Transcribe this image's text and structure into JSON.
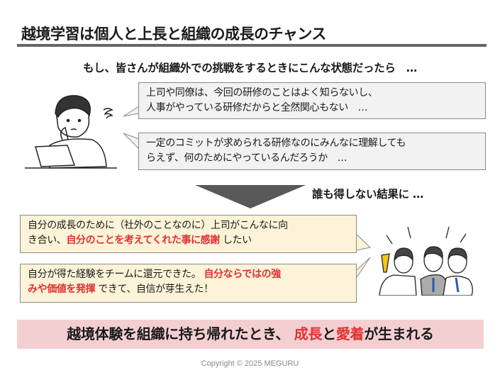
{
  "title": "越境学習は個人と上長と組織の成長のチャンス",
  "subtitle": "もし、皆さんが組織外での挑戦をするときにこんな状態だったら　…",
  "bubbles_negative": [
    {
      "line1": "上司や同僚は、今回の研修のことはよく知らないし、",
      "line2": "人事がやっている研修だからと全然関心もない　…"
    },
    {
      "line1": "一定のコミットが求められる研修なのにみんなに理解しても",
      "line2": "らえず、何のためにやっているんだろうか　…"
    }
  ],
  "result": "誰も得しない結果に …",
  "bubbles_positive": [
    {
      "line1": "自分の成長のために（社外のことなのに）上司がこんなに向",
      "line2a": "き合い、",
      "line2red": "自分のことを考えてくれた事に感謝",
      "line2b": " したい"
    },
    {
      "line1a": "自分が得た経験をチームに還元できた。 ",
      "line1red": "自分ならではの強",
      "line2red": "みや価値を発揮",
      "line2b": " できて、自信が芽生えた！"
    }
  ],
  "banner": {
    "a": "越境体験を組織に持ち帰れたとき、 ",
    "red1": "成長",
    "b": "と",
    "red2": "愛着",
    "c": "が生まれる"
  },
  "copyright": "Copyright © 2025 MEGURU",
  "colors": {
    "accent_red": "#e03131",
    "banner_bg": "#f4cfd2",
    "bubble_gray": "#f2f2f2",
    "bubble_yellow": "#fcf3d8"
  }
}
